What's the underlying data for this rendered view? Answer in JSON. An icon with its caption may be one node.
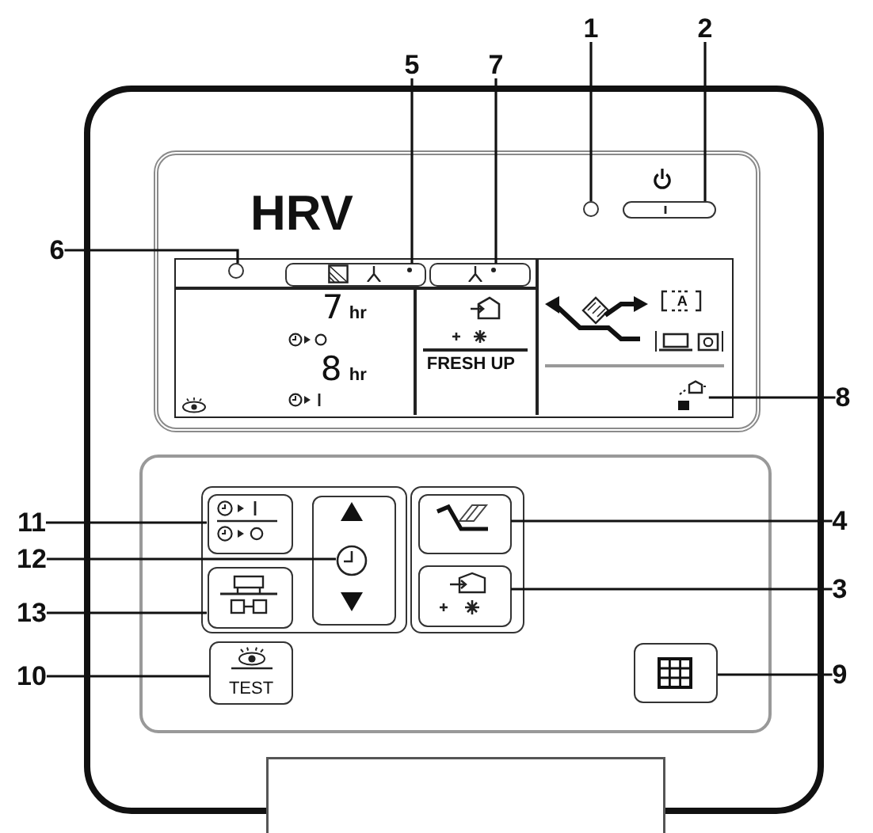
{
  "diagram": {
    "nodes": [
      {
        "text": [
          "1"
        ]
      },
      {
        "text": [
          "2"
        ]
      },
      {
        "text": [
          "5"
        ]
      },
      {
        "text": [
          "7"
        ]
      },
      {
        "text": [
          "6"
        ]
      },
      {
        "text": [
          "8"
        ]
      },
      {
        "text": [
          "11"
        ]
      },
      {
        "text": [
          "4"
        ]
      },
      {
        "text": [
          "12"
        ]
      },
      {
        "text": [
          "3"
        ]
      },
      {
        "text": [
          "13"
        ]
      },
      {
        "text": [
          "10"
        ]
      },
      {
        "text": [
          "9"
        ]
      },
      {
        "text": [],
        "shape": "circle"
      },
      {
        "text": [],
        "shape": "button"
      },
      {
        "text": [],
        "shape": "bar"
      },
      {
        "text": [],
        "shape": "bar"
      },
      {
        "text": [],
        "shape": "circle"
      },
      {
        "text": [],
        "shape": "picture"
      },
      {
        "text": [],
        "shape": "button"
      },
      {
        "text": [],
        "shape": "button"
      },
      {
        "text": [],
        "shape": "picture"
      },
      {
        "text": [],
        "shape": "button"
      },
      {
        "text": [],
        "shape": "button"
      },
      {
        "text": [
          "TEST"
        ]
      },
      {
        "text": [],
        "shape": "button"
      }
    ],
    "edges": [
      {
        "from": 0,
        "to": 13,
        "arrow": "none"
      },
      {
        "from": 1,
        "to": 14,
        "arrow": "none"
      },
      {
        "from": 2,
        "to": 15,
        "arrow": "none"
      },
      {
        "from": 3,
        "to": 16,
        "arrow": "none"
      },
      {
        "from": 4,
        "to": 17,
        "arrow": "none"
      },
      {
        "from": 5,
        "to": 18,
        "arrow": "none"
      },
      {
        "from": 6,
        "to": 19,
        "arrow": "none"
      },
      {
        "from": 7,
        "to": 20,
        "arrow": "none"
      },
      {
        "from": 8,
        "to": 21,
        "arrow": "none"
      },
      {
        "from": 9,
        "to": 22,
        "arrow": "none"
      },
      {
        "from": 10,
        "to": 23,
        "arrow": "none"
      },
      {
        "from": 11,
        "to": 24,
        "arrow": "none"
      },
      {
        "from": 12,
        "to": 25,
        "arrow": "none"
      }
    ],
    "labels": [
      "HRV",
      "7",
      "hr",
      "8",
      "hr",
      "FRESH UP",
      "A"
    ]
  }
}
